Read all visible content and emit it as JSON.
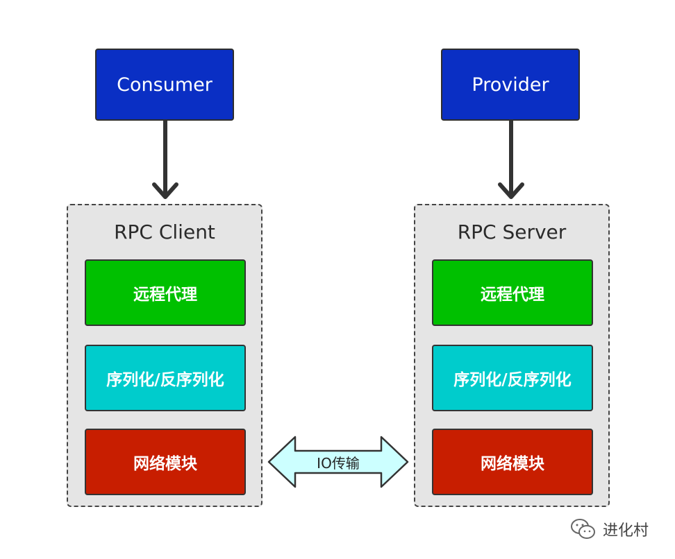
{
  "consumer": {
    "label": "Consumer"
  },
  "provider": {
    "label": "Provider"
  },
  "client": {
    "title": "RPC Client",
    "modules": [
      "远程代理",
      "序列化/反序列化",
      "网络模块"
    ]
  },
  "server": {
    "title": "RPC Server",
    "modules": [
      "远程代理",
      "序列化/反序列化",
      "网络模块"
    ]
  },
  "io": {
    "label": "IO传输"
  },
  "watermark": {
    "text": "进化村",
    "icon": "wechat-icon"
  },
  "colors": {
    "top_box": "#0a2fc4",
    "proxy": "#00c000",
    "serial": "#00cccc",
    "network": "#c81e00",
    "io_arrow": "#ccffff",
    "container": "#e5e5e5"
  }
}
